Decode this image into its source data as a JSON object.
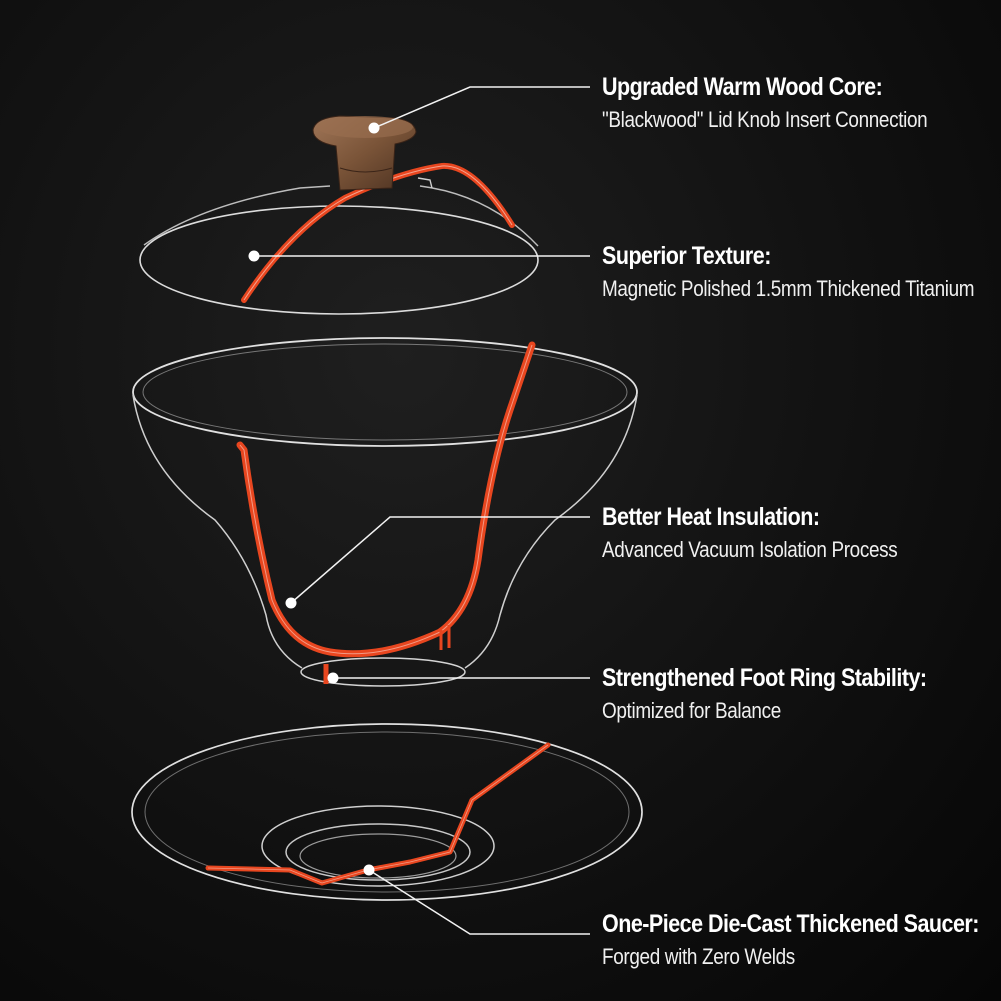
{
  "callouts": [
    {
      "title": "Upgraded Warm Wood Core:",
      "desc": "\"Blackwood\" Lid Knob Insert Connection"
    },
    {
      "title": "Superior Texture:",
      "desc": "Magnetic Polished 1.5mm Thickened Titanium"
    },
    {
      "title": "Better Heat Insulation:",
      "desc": "Advanced Vacuum Isolation Process"
    },
    {
      "title": "Strengthened Foot Ring Stability:",
      "desc": "Optimized for Balance"
    },
    {
      "title": "One-Piece Die-Cast Thickened Saucer:",
      "desc": "Forged with Zero Welds"
    }
  ],
  "colors": {
    "background": "#111111",
    "outline": "#e8e8e8",
    "accent": "#e8461f",
    "wood": "#7a5438"
  },
  "parts": [
    "lid-knob",
    "lid",
    "bowl",
    "foot-ring",
    "saucer"
  ]
}
